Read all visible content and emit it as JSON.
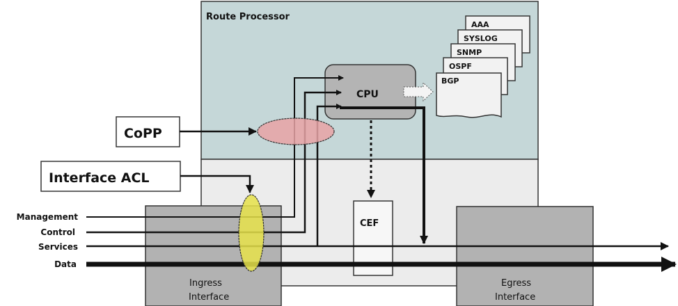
{
  "title": "Control Plane Policing (CoPP) packet flow diagram",
  "route_processor": {
    "label": "Route Processor",
    "bg": "#c5d7d8"
  },
  "forwarding_area": {
    "bg": "#ececec"
  },
  "cpu": {
    "label": "CPU",
    "bg": "#b4b4b4"
  },
  "cef": {
    "label": "CEF"
  },
  "processes": [
    "AAA",
    "SYSLOG",
    "SNMP",
    "OSPF",
    "BGP"
  ],
  "copp": {
    "label": "CoPP",
    "ellipse_color": "#e8a3a6"
  },
  "interface_acl": {
    "label": "Interface ACL",
    "ellipse_color": "#e6e24a"
  },
  "ingress": {
    "line1": "Ingress",
    "line2": "Interface",
    "bg": "#b2b2b2"
  },
  "egress": {
    "line1": "Egress",
    "line2": "Interface",
    "bg": "#b2b2b2"
  },
  "traffic_types": [
    "Management",
    "Control",
    "Services",
    "Data"
  ]
}
